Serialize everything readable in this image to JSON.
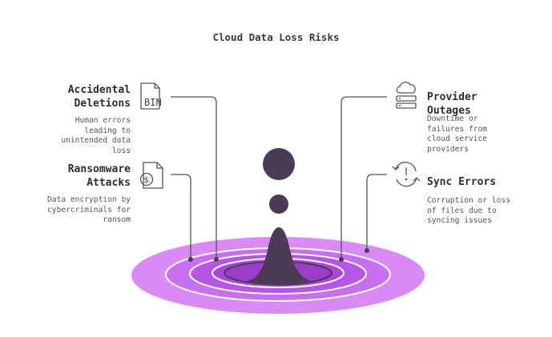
{
  "title": "Cloud Data Loss Risks",
  "colors": {
    "accent_purple": "#c76ff0",
    "ring_light": "#d98af5",
    "ring_mid": "#c261ea",
    "ring_dark": "#a444d6",
    "drop": "#4c3b57",
    "line": "#555555"
  },
  "risks": [
    {
      "id": "accidental-deletions",
      "heading": "Accidental\nDeletions",
      "description": "Human errors\nleading to\nunintended data\nloss",
      "icon": "bin-file-icon",
      "icon_text": "BIN"
    },
    {
      "id": "ransomware-attacks",
      "heading": "Ransomware\nAttacks",
      "description": "Data encryption by\ncybercriminals for\nransom",
      "icon": "dollar-file-icon",
      "icon_text": "$"
    },
    {
      "id": "provider-outages",
      "heading": "Provider\nOutages",
      "description": "Downtime or\nfailures from\ncloud service\nproviders",
      "icon": "cloud-server-icon"
    },
    {
      "id": "sync-errors",
      "heading": "Sync Errors",
      "description": "Corruption or loss\nof files due to\nsyncing issues",
      "icon": "sync-alert-icon"
    }
  ]
}
